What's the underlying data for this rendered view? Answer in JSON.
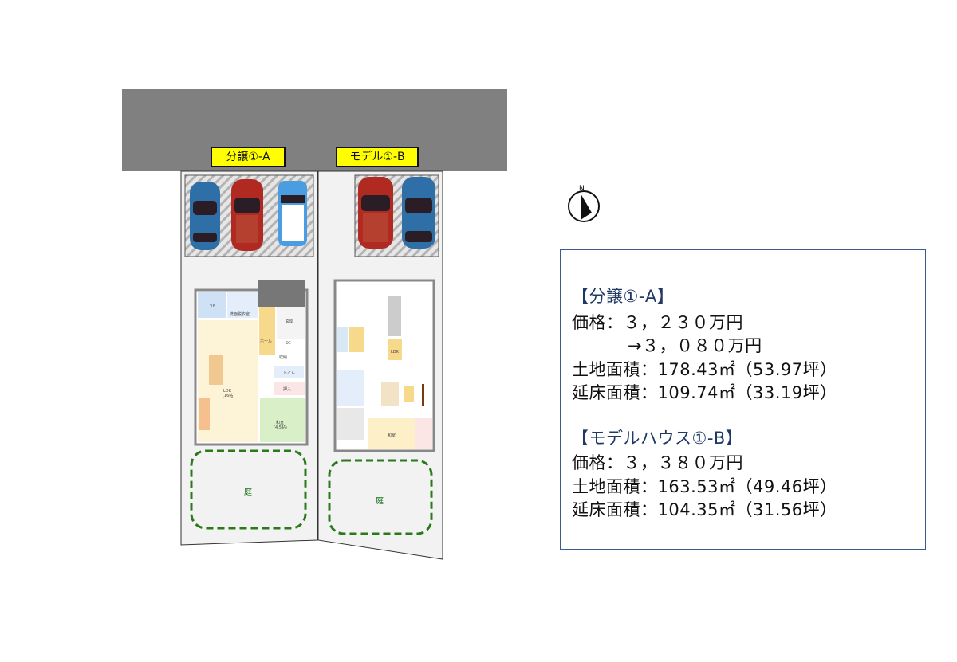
{
  "lots": [
    {
      "label": "分譲①-A",
      "garden": "庭",
      "rooms": [
        "ユB",
        "洗面脱衣室",
        "玄関",
        "ホール",
        "SC",
        "収納",
        "トイレ",
        "押入",
        "LDK",
        "(16帖)",
        "和室",
        "(4.5帖)"
      ]
    },
    {
      "label": "モデル①-B",
      "garden": "庭",
      "rooms": [
        "LDK",
        "和室"
      ]
    }
  ],
  "compass": {
    "label": "N"
  },
  "info": {
    "a_title": "【分譲①-A】",
    "a_price": "価格：３，２３０万円",
    "a_price_new": "→３，０８０万円",
    "a_land": "土地面積：178.43㎡（53.97坪）",
    "a_floor": "延床面積：109.74㎡（33.19坪）",
    "b_title": "【モデルハウス①-B】",
    "b_price": "価格：３，３８０万円",
    "b_land": "土地面積：163.53㎡（49.46坪）",
    "b_floor": "延床面積：104.35㎡（31.56坪）"
  },
  "colors": {
    "road": "#808080",
    "label_bg": "#ffff00",
    "garden": "#2a7a1a",
    "heading": "#1f3864",
    "border": "#3b5b8f"
  }
}
